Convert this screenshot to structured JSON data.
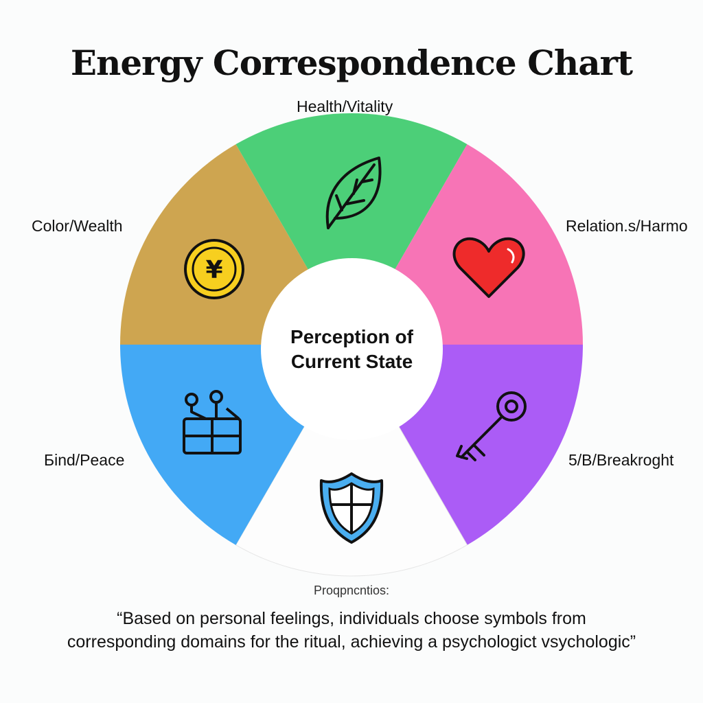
{
  "title": "Energy Correspondence Chart",
  "center": {
    "line1": "Perception of",
    "line2": "Current State"
  },
  "segments": [
    {
      "label": "Health/Vitality",
      "color": "#4ccf78",
      "icon": "leaf-icon"
    },
    {
      "label": "Relation.s/Harmo",
      "color": "#f774b6",
      "icon": "heart-icon"
    },
    {
      "label": "5/B/Breakroght",
      "color": "#ab5cf6",
      "icon": "key-icon"
    },
    {
      "label": "",
      "color": "#fdfdfd",
      "icon": "shield-icon"
    },
    {
      "label": "Бind/Peace",
      "color": "#43a9f5",
      "icon": "circuit-icon"
    },
    {
      "label": "Color/Wealth",
      "color": "#cea550",
      "icon": "yen-coin-icon"
    }
  ],
  "footer": {
    "heading": "Proqpncntios:",
    "quote_line1": "“Based on personal feelings, individuals choose symbols from",
    "quote_line2": "corresponding domains for the ritual, achieving a psychologict vsychologic”"
  }
}
